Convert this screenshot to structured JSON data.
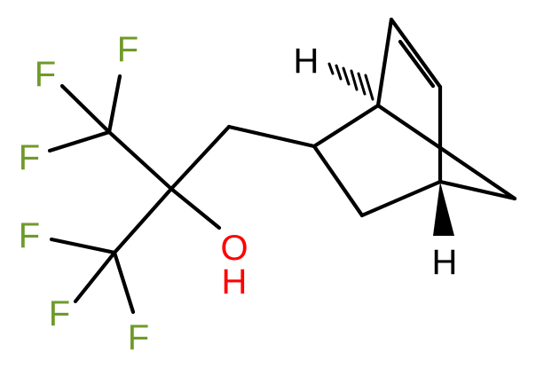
{
  "molecule": {
    "atoms": {
      "f1": "F",
      "f2": "F",
      "f3": "F",
      "f4": "F",
      "f5": "F",
      "f6": "F",
      "oxygen": "O",
      "hydroxyl_h": "H",
      "bridgehead_h_top": "H",
      "bridgehead_h_bottom": "H"
    },
    "colors": {
      "bond": "#000000",
      "fluorine": "#6f9a2a",
      "oxygen": "#ff0000",
      "hydrogen": "#000000"
    }
  }
}
